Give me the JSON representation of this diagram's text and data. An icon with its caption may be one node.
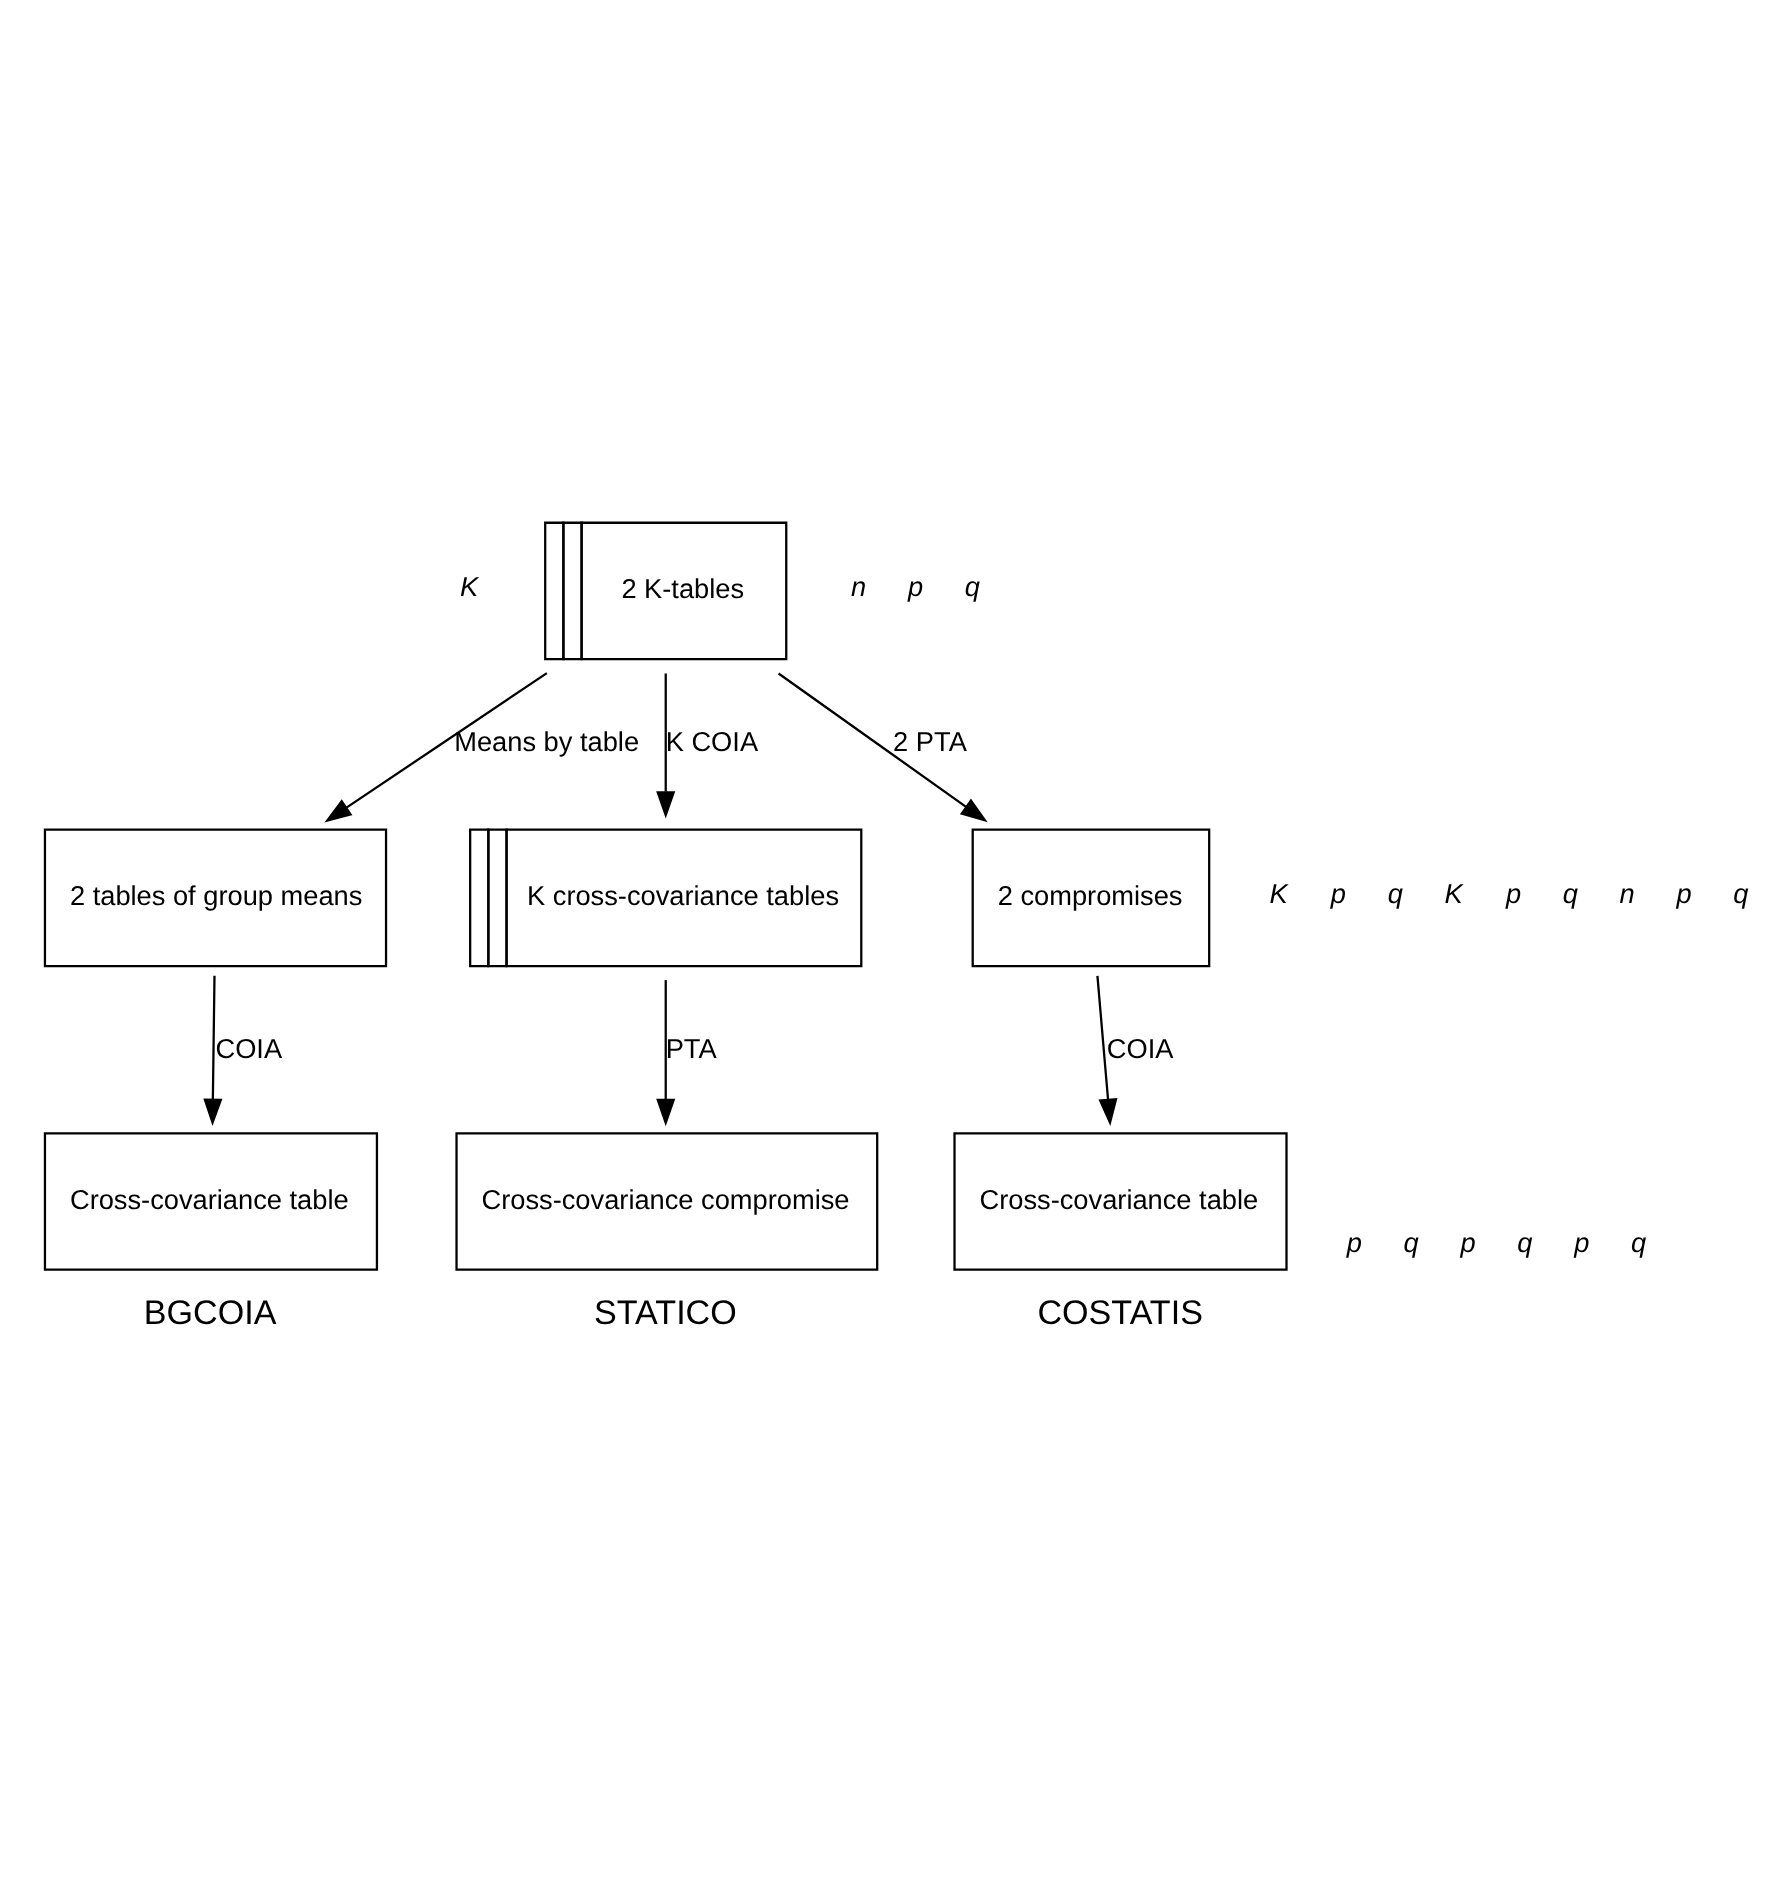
{
  "diagram": {
    "nodes": [
      {
        "text": [
          "2 K-tables"
        ]
      },
      {
        "text": [
          "2 tables of group means"
        ]
      },
      {
        "text": [
          "K cross-covariance tables"
        ]
      },
      {
        "text": [
          "2 compromises"
        ]
      },
      {
        "text": [
          "Cross-covariance table"
        ],
        "beside": [
          "BGCOIA"
        ]
      },
      {
        "text": [
          "Cross-covariance compromise"
        ],
        "beside": [
          "STATICO"
        ]
      },
      {
        "text": [
          "Cross-covariance table"
        ],
        "beside": [
          "COSTATIS"
        ]
      }
    ],
    "edges": [
      {
        "from": 0,
        "to": 1,
        "arrow": "to",
        "label": "Means by table"
      },
      {
        "from": 0,
        "to": 2,
        "arrow": "to",
        "label": "K COIA"
      },
      {
        "from": 0,
        "to": 3,
        "arrow": "to",
        "label": "2 PTA"
      },
      {
        "from": 1,
        "to": 4,
        "arrow": "to",
        "label": "COIA"
      },
      {
        "from": 2,
        "to": 5,
        "arrow": "to",
        "label": "PTA"
      },
      {
        "from": 3,
        "to": 6,
        "arrow": "to",
        "label": "COIA"
      }
    ],
    "labels": [
      "K",
      "p",
      "q",
      "n",
      "p",
      "q",
      "K",
      "K",
      "q",
      "p",
      "p",
      "q",
      "n",
      "q",
      "p",
      "q",
      "p",
      "q",
      "p"
    ]
  }
}
